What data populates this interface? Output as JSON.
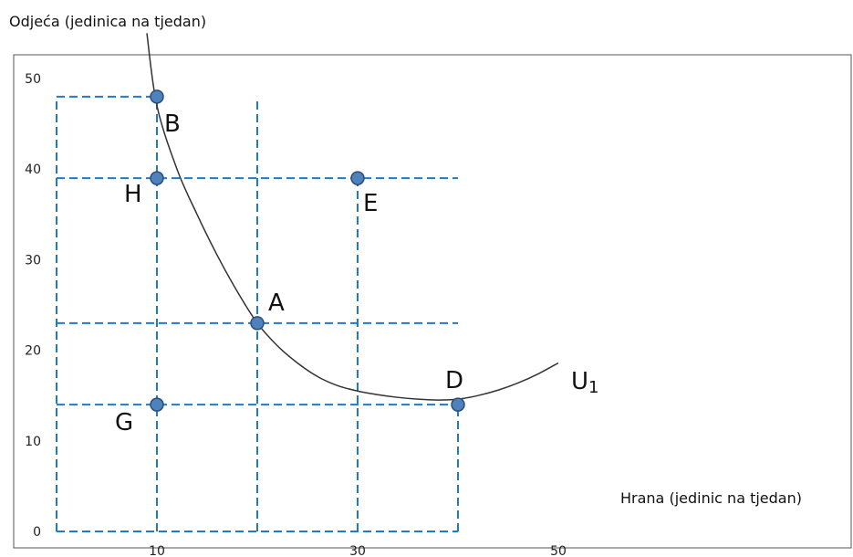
{
  "chart_data": {
    "type": "line",
    "ylabel": "Odjeća (jedinica na tjedan)",
    "xlabel": "Hrana (jedinic na tjedan)",
    "xlim": [
      0,
      50
    ],
    "ylim": [
      0,
      50
    ],
    "x_ticks": [
      10,
      30,
      50
    ],
    "y_ticks": [
      0,
      10,
      20,
      30,
      40,
      50
    ],
    "points": [
      {
        "name": "B",
        "x": 10,
        "y": 48
      },
      {
        "name": "H",
        "x": 10,
        "y": 39
      },
      {
        "name": "E",
        "x": 30,
        "y": 39
      },
      {
        "name": "A",
        "x": 20,
        "y": 23
      },
      {
        "name": "D",
        "x": 40,
        "y": 14
      },
      {
        "name": "G",
        "x": 10,
        "y": 14
      }
    ],
    "curve": {
      "name": "U",
      "subscript": "1",
      "x": [
        9,
        10,
        12,
        14,
        16,
        18,
        20,
        22,
        24,
        26,
        28,
        30,
        32,
        34,
        36,
        38,
        40,
        42,
        44,
        46,
        48,
        50
      ],
      "y": [
        55,
        47,
        40,
        35,
        30.5,
        26.5,
        23,
        20.5,
        18.6,
        17.1,
        16.1,
        15.5,
        15.1,
        14.8,
        14.6,
        14.5,
        14.6,
        15.0,
        15.6,
        16.4,
        17.4,
        18.6
      ]
    },
    "colors": {
      "points": "#4f81bd",
      "points_stroke": "#2c4d75",
      "guides": "#1f7ac9",
      "curve": "#333333",
      "frame": "#555555"
    }
  }
}
